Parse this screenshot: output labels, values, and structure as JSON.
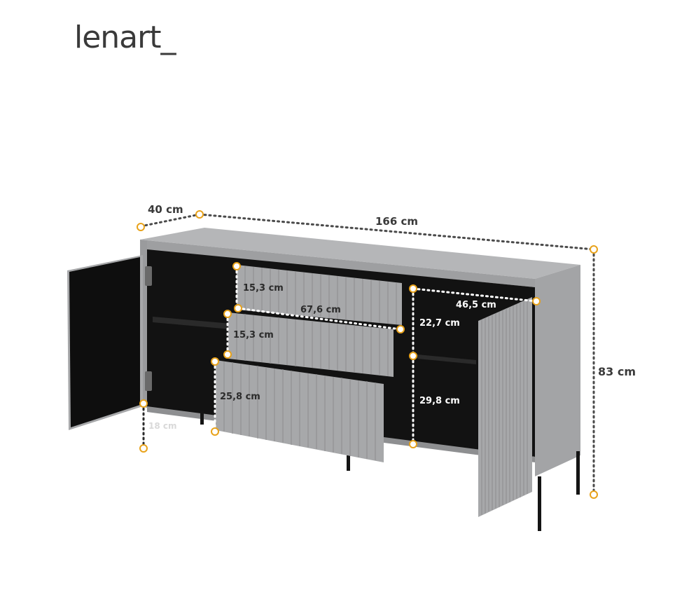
{
  "brand": {
    "logo_text": "lenart_"
  },
  "colors": {
    "cabinet": "#a7a8aa",
    "cabinet_dark": "#8f9092",
    "interior": "#121212",
    "marker": "#e8a21a",
    "dim_line": "#4a4a4a"
  },
  "dimensions": {
    "depth": "40 cm",
    "width": "166 cm",
    "height": "83 cm",
    "drawer_top_height": "15,3 cm",
    "drawer_width": "67,6 cm",
    "drawer_middle_height": "15,3 cm",
    "drawer_bottom_height": "25,8 cm",
    "leg_height": "18 cm",
    "shelf_width": "46,5 cm",
    "shelf_upper_height": "22,7 cm",
    "shelf_lower_height": "29,8 cm"
  }
}
